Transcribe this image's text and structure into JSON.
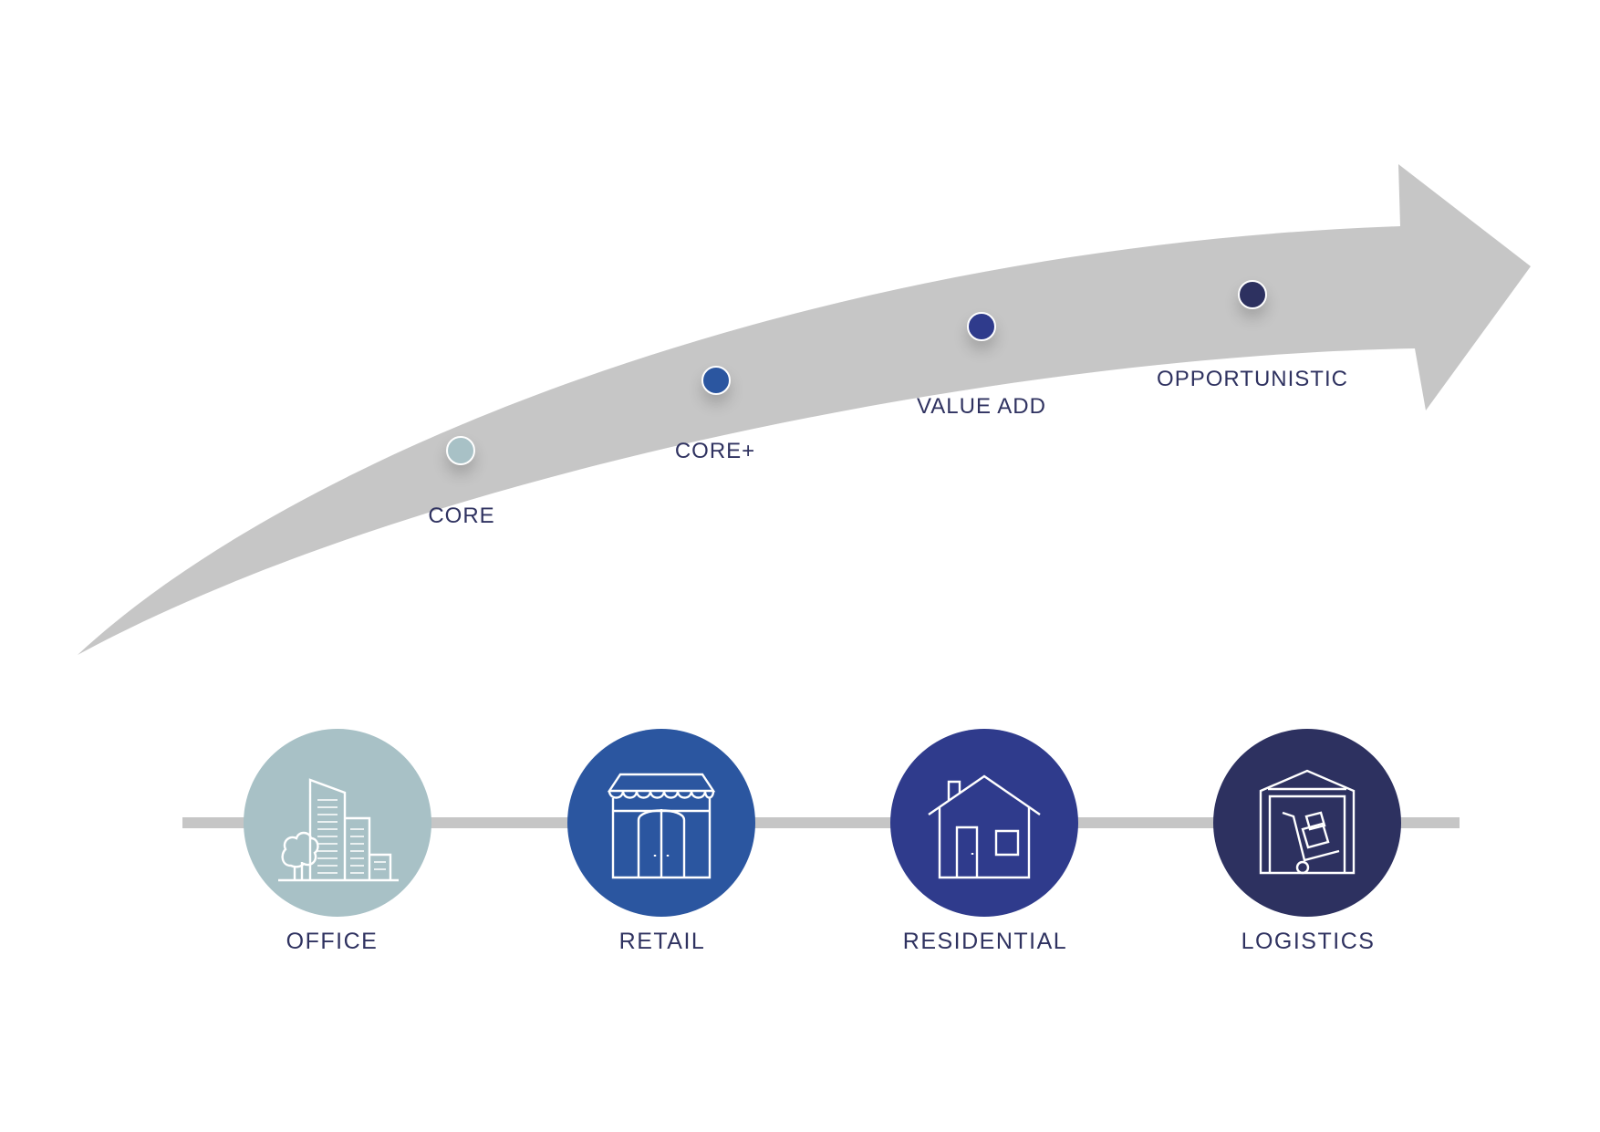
{
  "strategies": [
    {
      "label": "CORE",
      "color": "#a8c1c6"
    },
    {
      "label": "CORE+",
      "color": "#2b56a0"
    },
    {
      "label": "VALUE ADD",
      "color": "#2f3b8c"
    },
    {
      "label": "OPPORTUNISTIC",
      "color": "#2d3160"
    }
  ],
  "sectors": [
    {
      "label": "OFFICE",
      "color": "#a8c1c6",
      "icon": "office-building-icon"
    },
    {
      "label": "RETAIL",
      "color": "#2b56a0",
      "icon": "storefront-icon"
    },
    {
      "label": "RESIDENTIAL",
      "color": "#2f3b8c",
      "icon": "house-icon"
    },
    {
      "label": "LOGISTICS",
      "color": "#2d3160",
      "icon": "warehouse-trolley-icon"
    }
  ],
  "colors": {
    "arrow": "#c6c6c6",
    "line": "#c6c6c6",
    "text": "#2f3260"
  }
}
